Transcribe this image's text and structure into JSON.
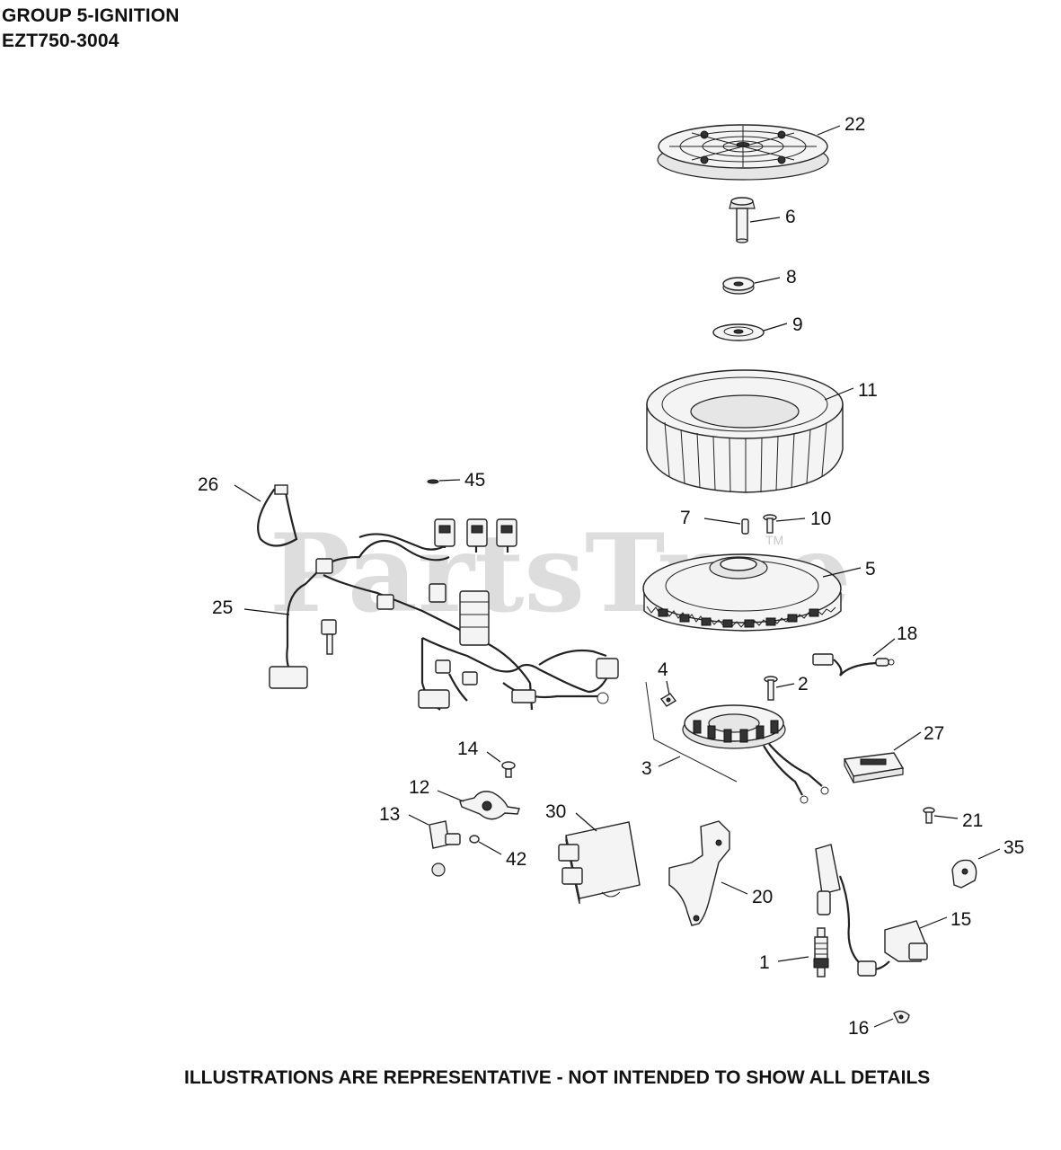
{
  "header": {
    "group": "GROUP 5-IGNITION",
    "model": "EZT750-3004"
  },
  "footer": {
    "note": "ILLUSTRATIONS ARE REPRESENTATIVE - NOT INTENDED TO SHOW ALL DETAILS"
  },
  "watermark": {
    "text": "PartsTree",
    "trademark": "TM"
  },
  "callouts": {
    "c1": "1",
    "c2": "2",
    "c3": "3",
    "c4": "4",
    "c5": "5",
    "c6": "6",
    "c7": "7",
    "c8": "8",
    "c9": "9",
    "c10": "10",
    "c11": "11",
    "c12": "12",
    "c13": "13",
    "c14": "14",
    "c15": "15",
    "c16": "16",
    "c18": "18",
    "c20": "20",
    "c21": "21",
    "c22": "22",
    "c25": "25",
    "c26": "26",
    "c27": "27",
    "c30": "30",
    "c35": "35",
    "c42": "42",
    "c45": "45"
  }
}
